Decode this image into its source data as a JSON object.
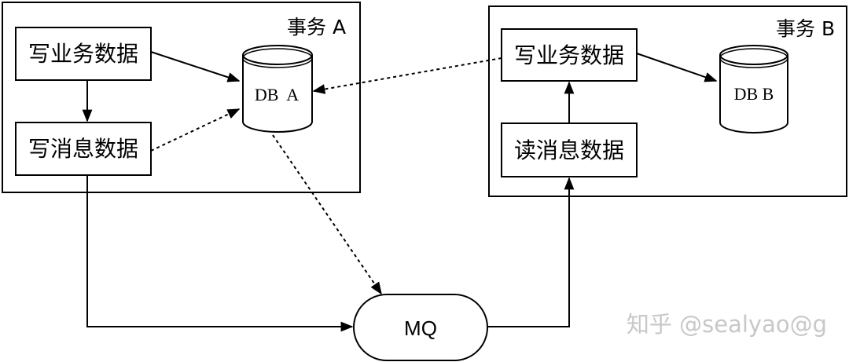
{
  "transaction_a": {
    "title": "事务 A",
    "write_business": "写业务数据",
    "write_message": "写消息数据",
    "db": "DB  A"
  },
  "transaction_b": {
    "title": "事务 B",
    "write_business": "写业务数据",
    "read_message": "读消息数据",
    "db": "DB B"
  },
  "mq": {
    "label": "MQ"
  },
  "watermark": {
    "text": "知乎 @sealyao@g"
  },
  "colors": {
    "stroke": "#000000",
    "background": "#ffffff",
    "watermark": "#c8c8c8"
  }
}
